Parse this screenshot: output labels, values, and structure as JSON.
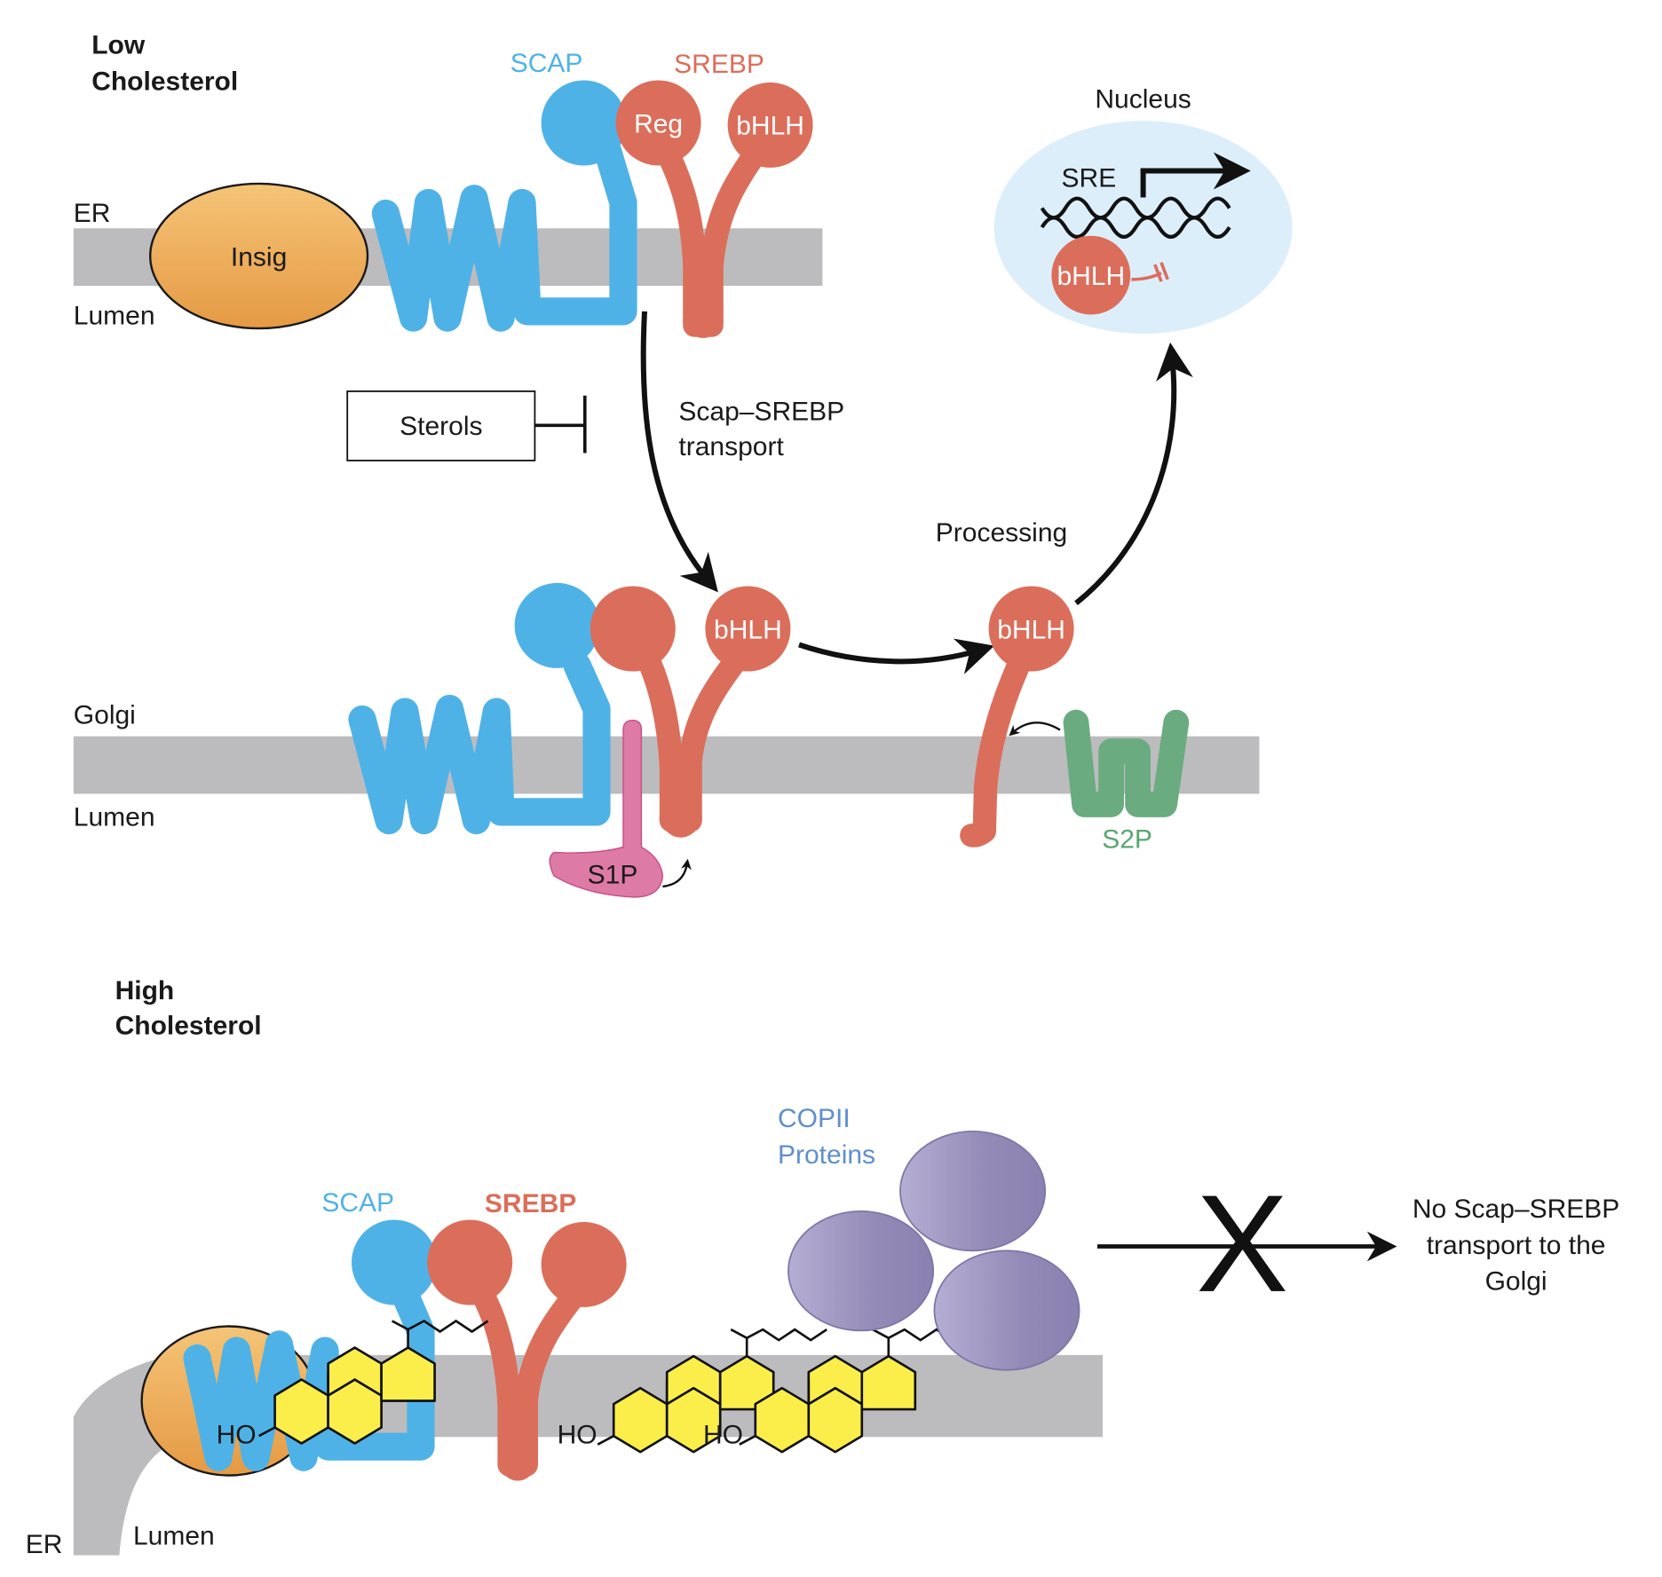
{
  "low": {
    "title_line1": "Low",
    "title_line2": "Cholesterol",
    "er_label": "ER",
    "lumen_label": "Lumen",
    "golgi_label": "Golgi",
    "golgi_lumen_label": "Lumen",
    "insig_label": "Insig",
    "scap_label": "SCAP",
    "srebp_label": "SREBP",
    "reg_label": "Reg",
    "bhlh_label": "bHLH",
    "nucleus_label": "Nucleus",
    "sre_label": "SRE",
    "sterols_label": "Sterols",
    "transport_line1": "Scap–SREBP",
    "transport_line2": "transport",
    "processing_label": "Processing",
    "s1p_label": "S1P",
    "s2p_label": "S2P"
  },
  "high": {
    "title_line1": "High",
    "title_line2": "Cholesterol",
    "scap_label": "SCAP",
    "srebp_label": "SREBP",
    "copii_line1": "COPII",
    "copii_line2": "Proteins",
    "ho_label": "HO",
    "er_label": "ER",
    "lumen_label": "Lumen",
    "blocked_line1": "No Scap–SREBP",
    "blocked_line2": "transport to the",
    "blocked_line3": "Golgi",
    "blocked_symbol": "X"
  },
  "colors": {
    "scap": "#4fb2e7",
    "srebp": "#db6e5a",
    "insig": "#e9a24a",
    "s1p": "#de7aa6",
    "s2p": "#6aab80",
    "copii": "#958ab9",
    "nucleus": "#ddeefb",
    "membrane": "#bcbcbe",
    "sterol": "#fbee4a"
  }
}
